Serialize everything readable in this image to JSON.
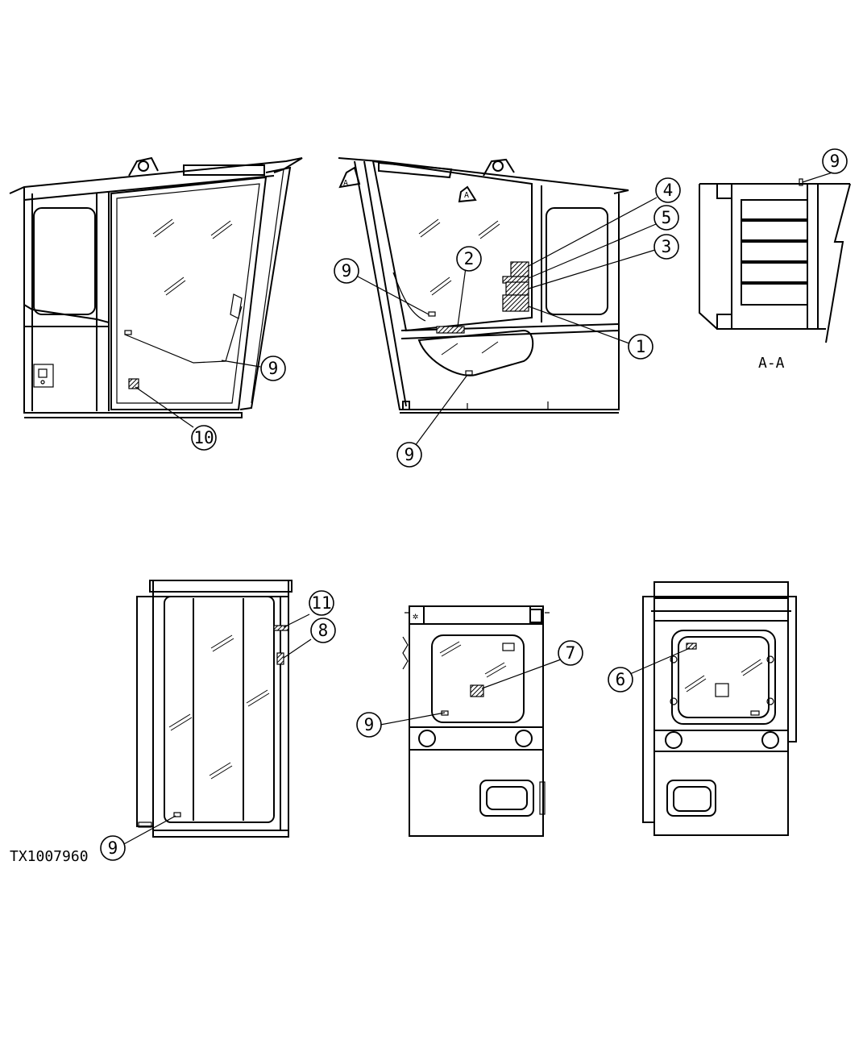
{
  "drawing_id": "TX1007960",
  "section_label": "A-A",
  "section_marker": "A",
  "callouts": {
    "c1": "1",
    "c2": "2",
    "c3": "3",
    "c4": "4",
    "c5": "5",
    "c6": "6",
    "c7": "7",
    "c8": "8",
    "c9": "9",
    "c10": "10",
    "c11": "11"
  }
}
